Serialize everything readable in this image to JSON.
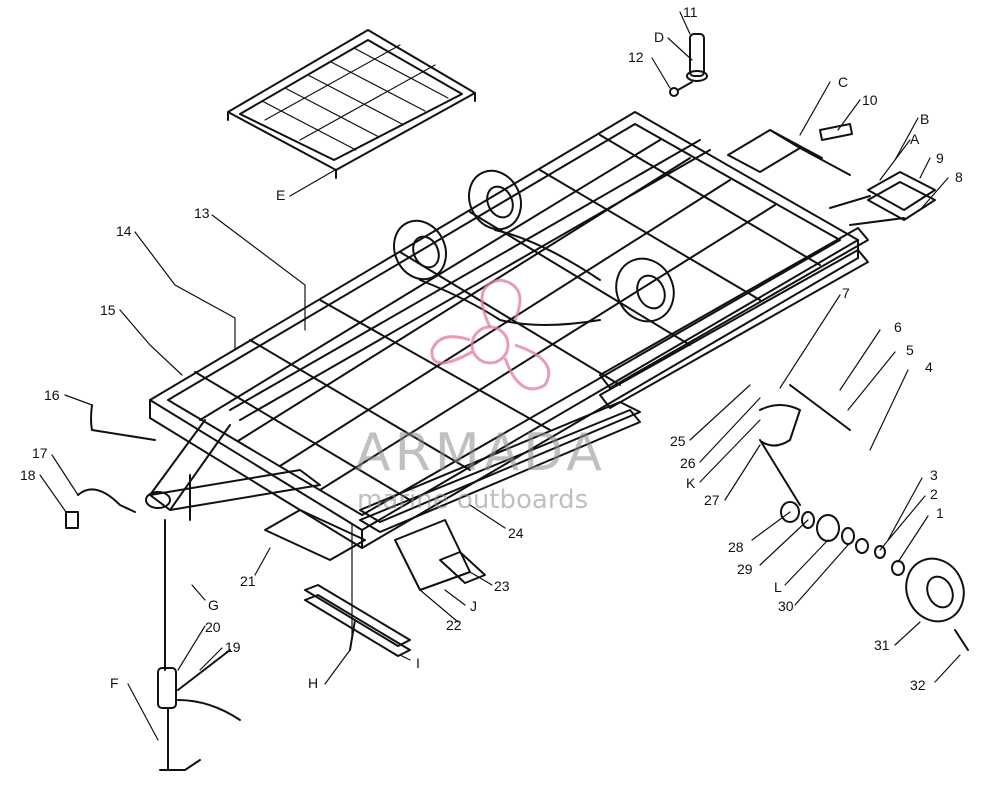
{
  "diagram": {
    "labels": [
      {
        "id": "11",
        "text": "11"
      },
      {
        "id": "D",
        "text": "D"
      },
      {
        "id": "12",
        "text": "12"
      },
      {
        "id": "C",
        "text": "C"
      },
      {
        "id": "10",
        "text": "10"
      },
      {
        "id": "B",
        "text": "B"
      },
      {
        "id": "A",
        "text": "A"
      },
      {
        "id": "9",
        "text": "9"
      },
      {
        "id": "8",
        "text": "8"
      },
      {
        "id": "E",
        "text": "E"
      },
      {
        "id": "13",
        "text": "13"
      },
      {
        "id": "14",
        "text": "14"
      },
      {
        "id": "15",
        "text": "15"
      },
      {
        "id": "16",
        "text": "16"
      },
      {
        "id": "17",
        "text": "17"
      },
      {
        "id": "18",
        "text": "18"
      },
      {
        "id": "7",
        "text": "7"
      },
      {
        "id": "6",
        "text": "6"
      },
      {
        "id": "5",
        "text": "5"
      },
      {
        "id": "4",
        "text": "4"
      },
      {
        "id": "25",
        "text": "25"
      },
      {
        "id": "26",
        "text": "26"
      },
      {
        "id": "K",
        "text": "K"
      },
      {
        "id": "27",
        "text": "27"
      },
      {
        "id": "3",
        "text": "3"
      },
      {
        "id": "2",
        "text": "2"
      },
      {
        "id": "1",
        "text": "1"
      },
      {
        "id": "28",
        "text": "28"
      },
      {
        "id": "29",
        "text": "29"
      },
      {
        "id": "L",
        "text": "L"
      },
      {
        "id": "30",
        "text": "30"
      },
      {
        "id": "31",
        "text": "31"
      },
      {
        "id": "32",
        "text": "32"
      },
      {
        "id": "24",
        "text": "24"
      },
      {
        "id": "21",
        "text": "21"
      },
      {
        "id": "G",
        "text": "G"
      },
      {
        "id": "23",
        "text": "23"
      },
      {
        "id": "J",
        "text": "J"
      },
      {
        "id": "22",
        "text": "22"
      },
      {
        "id": "20",
        "text": "20"
      },
      {
        "id": "19",
        "text": "19"
      },
      {
        "id": "F",
        "text": "F"
      },
      {
        "id": "H",
        "text": "H"
      },
      {
        "id": "I",
        "text": "I"
      }
    ]
  },
  "watermark": {
    "brand": "ARMADA",
    "tagline": "marine outboards",
    "color": "#e07aa5"
  }
}
